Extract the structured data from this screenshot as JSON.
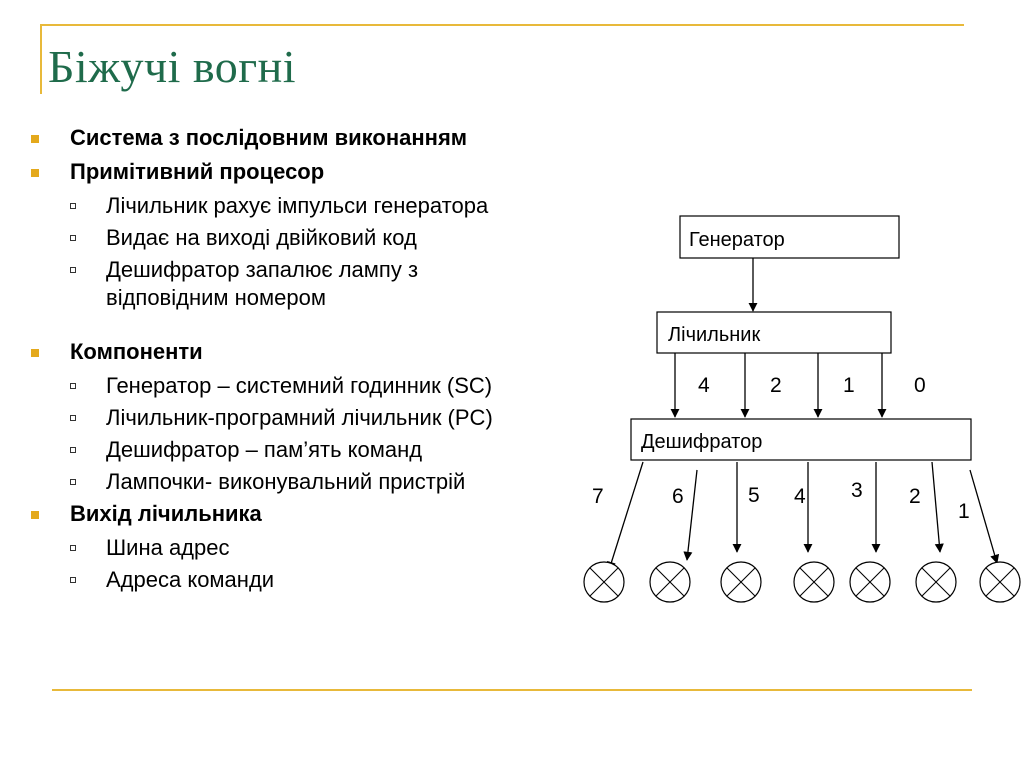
{
  "slide": {
    "title": "Біжучі вогні"
  },
  "bullets": [
    {
      "text": "Система з послідовним виконанням",
      "children": []
    },
    {
      "text": "Примітивний процесор",
      "children": [
        "Лічильник рахує імпульси генератора",
        "Видає на виході двійковий код",
        "Дешифратор запалює лампу з відповідним номером"
      ]
    },
    {
      "text": "Компоненти",
      "children": [
        "Генератор – системний годинник (SC)",
        "Лічильник-програмний лічильник (PC)",
        "Дешифратор – пам’ять команд",
        "Лампочки- виконувальний пристрій"
      ]
    },
    {
      "text": "Вихід лічильника",
      "children": [
        "Шина адрес",
        "Адреса команди"
      ]
    }
  ],
  "diagram": {
    "generator_label": "Генератор",
    "counter_label": "Лічильник",
    "decoder_label": "Дешифратор",
    "counter_outputs": [
      "4",
      "2",
      "1",
      "0"
    ],
    "decoder_outputs": [
      "7",
      "6",
      "5",
      "4",
      "3",
      "2",
      "1"
    ]
  },
  "colors": {
    "title": "#1f6b4b",
    "rule": "#e8b93a",
    "bullet_marker": "#e4a91c"
  }
}
